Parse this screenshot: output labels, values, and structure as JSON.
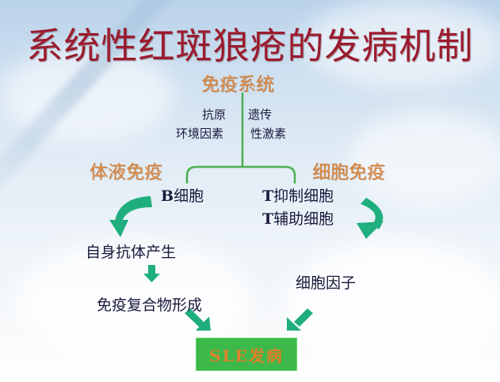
{
  "title": "系统性红斑狼疮的发病机制",
  "root": "免疫系统",
  "factors": {
    "left": [
      "抗原",
      "环境因素"
    ],
    "right": [
      "遗传",
      "性激素"
    ]
  },
  "branches": {
    "humoral": {
      "label": "体液免疫",
      "cell": {
        "prefix": "B",
        "text": "细胞"
      },
      "steps": [
        "自身抗体产生",
        "免疫复合物形成"
      ]
    },
    "cellular": {
      "label": "细胞免疫",
      "cells": [
        {
          "prefix": "T",
          "text": "抑制细胞"
        },
        {
          "prefix": "T",
          "text": "辅助细胞"
        }
      ],
      "steps": [
        "细胞因子"
      ]
    }
  },
  "outcome": "SLE发病",
  "colors": {
    "title": "#9b1b2e",
    "branch_label": "#d9843c",
    "node_text": "#1a1a3c",
    "connector": "#4caf50",
    "arrow": "#1fae7e",
    "outcome_box": "#3db84a",
    "outcome_text": "#e0802a"
  }
}
